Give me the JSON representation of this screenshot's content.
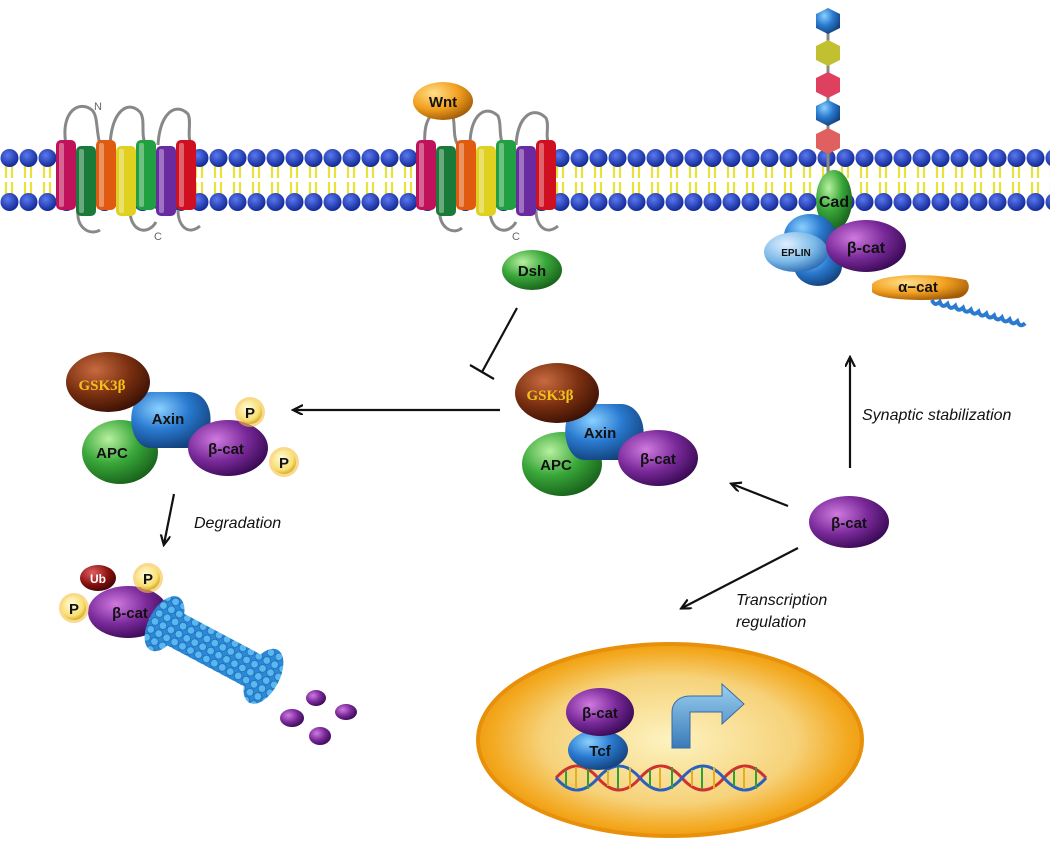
{
  "labels": {
    "wnt": "Wnt",
    "dsh": "Dsh",
    "cad": "Cad",
    "eplin": "EPLIN",
    "bcat": "β-cat",
    "acat": "α−cat",
    "gsk": "GSK3β",
    "axin": "Axin",
    "apc": "APC",
    "p": "P",
    "ub": "Ub",
    "tcf": "Tcf",
    "n_term": "N",
    "c_term": "C"
  },
  "captions": {
    "degradation": "Degradation",
    "synaptic": "Synaptic stabilization",
    "transcription_line1": "Transcription",
    "transcription_line2": "regulation"
  },
  "colors": {
    "membrane_head": "#1a36b8",
    "membrane_tail": "#e8e23a",
    "bcat": "#7a2a9a",
    "axin": "#2a7ad0",
    "apc": "#3aa83a",
    "gsk": "#7a3010",
    "wnt": "#f2a020",
    "dsh": "#3aa83a",
    "cad": "#5cbf4a",
    "eplin": "#6aa8e0",
    "acat": "#f2a020",
    "phospho": "#f8e070",
    "ub": "#8a1010",
    "tcf": "#2a6ad0",
    "nucleus": "#f3a81e"
  }
}
